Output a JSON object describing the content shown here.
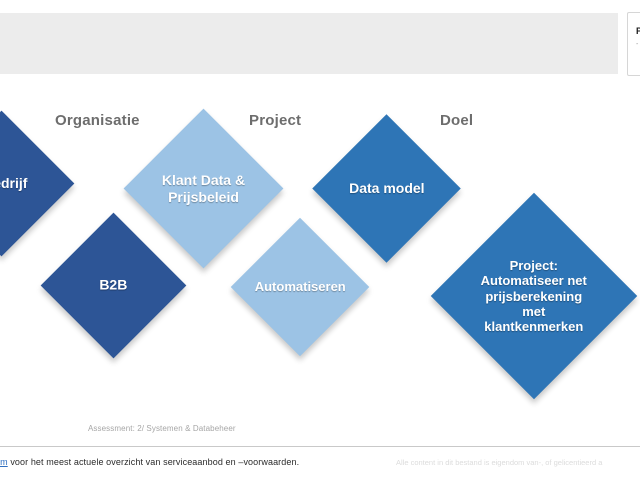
{
  "window": {
    "side_panel": {
      "title": "P",
      "subtitle": "-"
    }
  },
  "slide": {
    "columns": [
      {
        "label": "Organisatie"
      },
      {
        "label": "Project"
      },
      {
        "label": "Doel"
      }
    ],
    "diamonds": [
      {
        "name": "familiebedrijf",
        "label": "nbedrijf",
        "color": "#2d5596",
        "column": "Organisatie"
      },
      {
        "name": "b2b",
        "label": "B2B",
        "color": "#2d5596",
        "column": "Organisatie"
      },
      {
        "name": "klant-data-prijsbeleid",
        "label": "Klant Data &\nPrijsbeleid",
        "color": "#9cc3e5",
        "column": "Project"
      },
      {
        "name": "automatiseren",
        "label": "Automatiseren",
        "color": "#9cc3e5",
        "column": "Project"
      },
      {
        "name": "data-model",
        "label": "Data model",
        "color": "#2e75b6",
        "column": "Doel"
      },
      {
        "name": "project-automatiseer",
        "label": "Project:\nAutomatiseer  net\nprijsberekening\nmet\nklantkenmerken",
        "color": "#2e75b6",
        "column": "Doel"
      }
    ],
    "assessment_caption": "Assessment: 2/ Systemen & Databeheer"
  },
  "footer": {
    "link_text": "ice.com",
    "text": " voor het meest actuele overzicht van serviceaanbod en –voorwaarden.",
    "copyright": "Alle content in dit bestand is eigendom van-, of gelicentieerd a"
  },
  "colors": {
    "navy": "#2d5596",
    "medium_blue": "#2e75b6",
    "light_blue": "#9cc3e5",
    "header_gray": "#6d6d6d",
    "band_gray": "#ececec"
  }
}
